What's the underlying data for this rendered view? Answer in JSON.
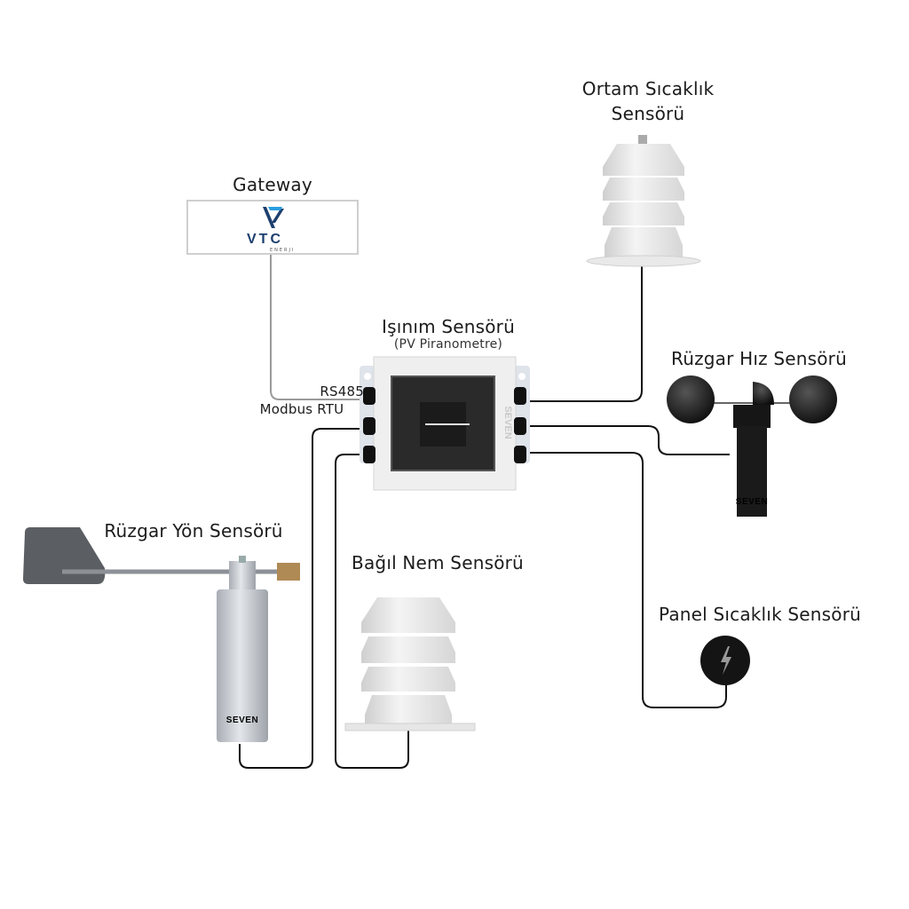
{
  "diagram": {
    "title": "Sensor wiring diagram",
    "nodes": {
      "gateway": {
        "label": "Gateway",
        "logo_text": "VTC",
        "logo_subtext": "ENERJI"
      },
      "irradiance": {
        "label": "Işınım Sensörü",
        "sublabel": "(PV Piranometre)",
        "brand": "SEVEN"
      },
      "ambient_temp": {
        "label_line1": "Ortam Sıcaklık",
        "label_line2": "Sensörü"
      },
      "wind_speed": {
        "label": "Rüzgar Hız Sensörü",
        "brand": "SEVEN"
      },
      "wind_direction": {
        "label": "Rüzgar Yön Sensörü",
        "brand": "SEVEN"
      },
      "humidity": {
        "label": "Bağıl Nem Sensörü"
      },
      "panel_temp": {
        "label": "Panel Sıcaklık Sensörü"
      }
    },
    "connection": {
      "protocol_line1": "RS485",
      "protocol_line2": "Modbus RTU"
    },
    "edges": [
      {
        "from": "gateway",
        "to": "irradiance",
        "label": "RS485 Modbus RTU"
      },
      {
        "from": "irradiance",
        "to": "wind_direction"
      },
      {
        "from": "irradiance",
        "to": "humidity"
      },
      {
        "from": "irradiance",
        "to": "ambient_temp"
      },
      {
        "from": "irradiance",
        "to": "wind_speed"
      },
      {
        "from": "irradiance",
        "to": "panel_temp"
      }
    ],
    "colors": {
      "wire_dark": "#111111",
      "wire_gray": "#9a9a9a",
      "logo_blue": "#1c3f6e",
      "logo_accent": "#2b9ee0"
    }
  }
}
